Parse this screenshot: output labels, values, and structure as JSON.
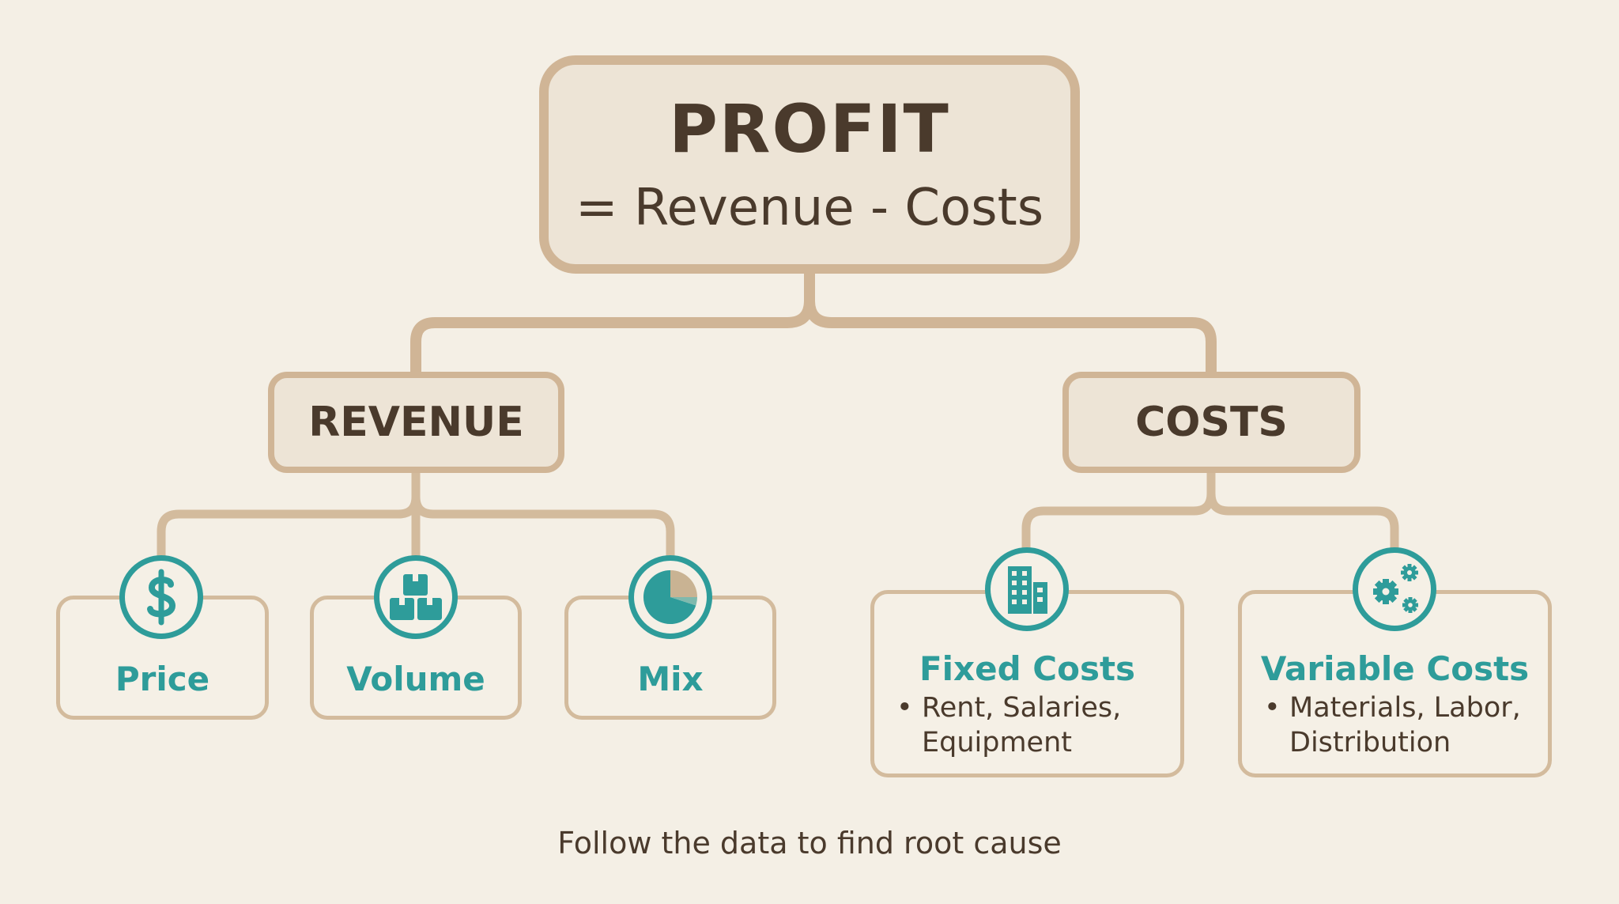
{
  "colors": {
    "background": "#f4efe5",
    "connector": "#d0b596",
    "accent": "#2e9c9a",
    "text": "#4a3a2c"
  },
  "root": {
    "title": "PROFIT",
    "formula": "= Revenue - Costs"
  },
  "revenue": {
    "label": "REVENUE",
    "children": [
      {
        "label": "Price",
        "icon": "dollar-icon"
      },
      {
        "label": "Volume",
        "icon": "boxes-icon"
      },
      {
        "label": "Mix",
        "icon": "pie-chart-icon"
      }
    ]
  },
  "costs": {
    "label": "COSTS",
    "children": [
      {
        "label": "Fixed Costs",
        "icon": "building-icon",
        "detail_line1": "Rent, Salaries,",
        "detail_line2": "Equipment"
      },
      {
        "label": "Variable Costs",
        "icon": "gears-icon",
        "detail_line1": "Materials, Labor,",
        "detail_line2": "Distribution"
      }
    ]
  },
  "caption": "Follow the data to find root cause"
}
